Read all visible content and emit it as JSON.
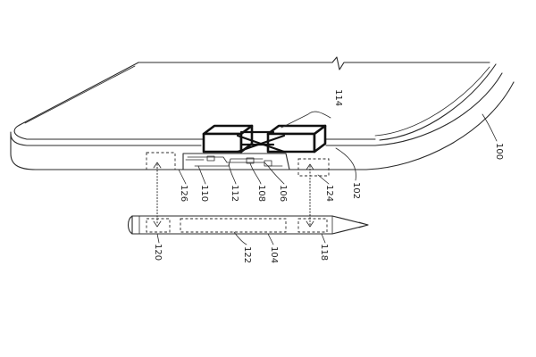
{
  "refs": {
    "r100": "100",
    "r102": "102",
    "r104": "104",
    "r106": "106",
    "r108": "108",
    "r110": "110",
    "r112": "112",
    "r114": "114",
    "r118": "118",
    "r120": "120",
    "r122": "122",
    "r124": "124",
    "r126": "126"
  }
}
